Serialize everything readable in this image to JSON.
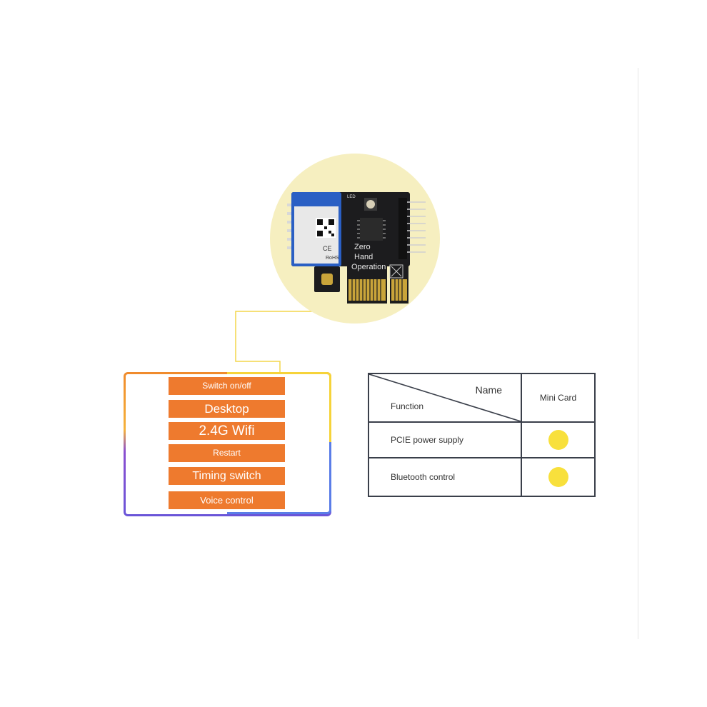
{
  "colors": {
    "accent_orange": "#ee7a2e",
    "halo": "#f6efc0",
    "dot_yellow": "#f8e03c",
    "table_border": "#3a3f4a"
  },
  "board": {
    "module_marks": [
      "CE",
      "RoHS"
    ],
    "silk_label": "LED",
    "overlay_text": [
      "Zero",
      "Hand",
      "Operation"
    ]
  },
  "features": [
    "Switch on/off",
    "Desktop",
    "2.4G Wifi",
    "Restart",
    "Timing switch",
    "Voice control"
  ],
  "table": {
    "header_name": "Name",
    "header_function": "Function",
    "column": "Mini Card",
    "rows": [
      {
        "label": "PCIE power supply",
        "supported": true
      },
      {
        "label": "Bluetooth control",
        "supported": true
      }
    ]
  }
}
